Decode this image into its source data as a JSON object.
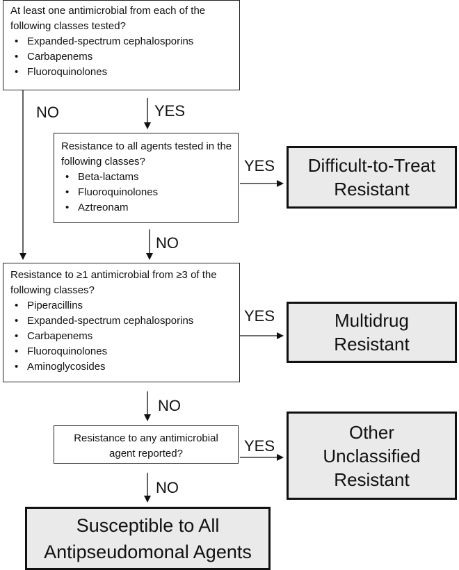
{
  "boxes": {
    "q1": {
      "question": "At least one antimicrobial from each of the following classes tested?",
      "items": [
        "Expanded-spectrum cephalosporins",
        "Carbapenems",
        "Fluoroquinolones"
      ]
    },
    "q2": {
      "question": "Resistance to all agents tested in the following classes?",
      "items": [
        "Beta-lactams",
        "Fluoroquinolones",
        "Aztreonam"
      ]
    },
    "q3": {
      "question": "Resistance to ≥1 antimicrobial from ≥3 of the following classes?",
      "items": [
        "Piperacillins",
        "Expanded-spectrum cephalosporins",
        "Carbapenems",
        "Fluoroquinolones",
        "Aminoglycosides"
      ]
    },
    "q4": {
      "question": "Resistance to any antimicrobial agent reported?"
    }
  },
  "results": {
    "dtr": [
      "Difficult-to-Treat",
      "Resistant"
    ],
    "mdr": [
      "Multidrug",
      "Resistant"
    ],
    "other": [
      "Other",
      "Unclassified",
      "Resistant"
    ],
    "susceptible": [
      "Susceptible to All",
      "Antipseudomonal Agents"
    ]
  },
  "labels": {
    "yes": "YES",
    "no": "NO"
  },
  "colors": {
    "result_fill": "#eaeaea",
    "border": "#111111"
  }
}
